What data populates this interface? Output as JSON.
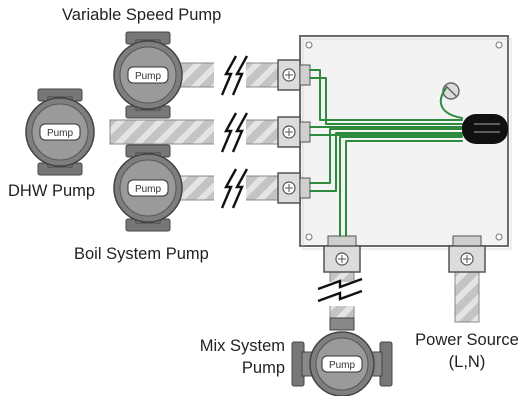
{
  "labels": {
    "variable_speed_pump": "Variable Speed Pump",
    "dhw_pump": "DHW Pump",
    "boil_system_pump": "Boil System Pump",
    "mix_system_line1": "Mix System",
    "mix_system_line2": "Pump",
    "power_source_line1": "Power Source",
    "power_source_line2": "(L,N)"
  },
  "pump_tag": "Pump",
  "colors": {
    "wire": "#2e8b3e",
    "box_fill": "#f2f2f2",
    "pump_body": "#7a7a7a",
    "conduit": "#bdbdbd",
    "bushing": "#111111"
  }
}
